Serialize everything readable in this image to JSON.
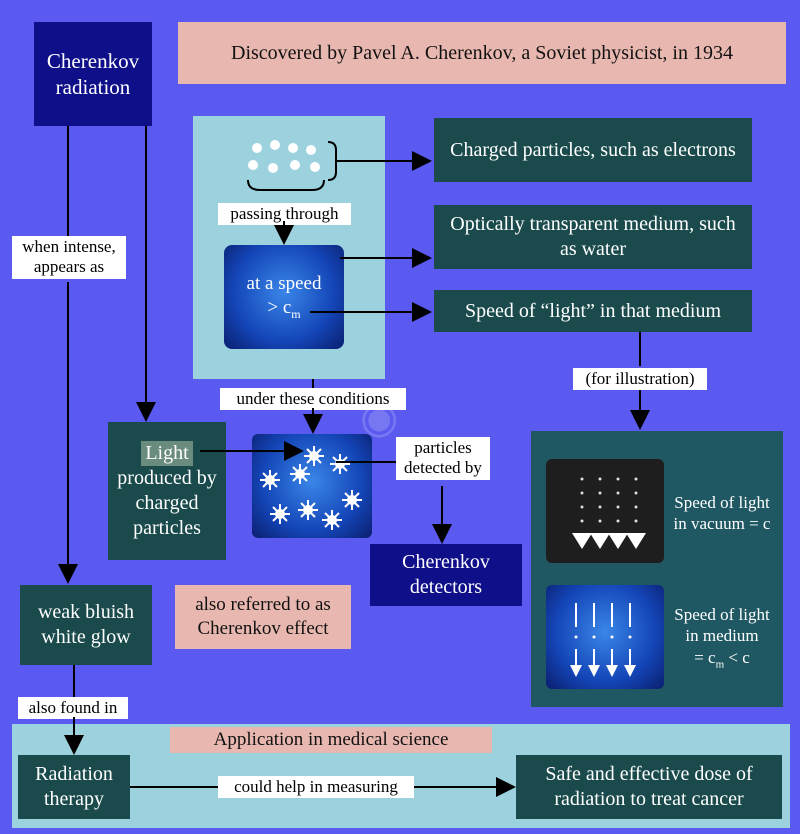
{
  "title_box": "Cherenkov radiation",
  "discovered": "Discovered by Pavel A. Cherenkov, a Soviet physicist, in 1934",
  "charged_particles": "Charged particles, such as electrons",
  "medium": "Optically transparent medium, such as water",
  "speed_light_medium": "Speed of “light” in that medium",
  "passing_through": "passing through",
  "at_speed_prefix": "at a speed",
  "at_speed_value": "> c",
  "at_speed_sub": "m",
  "under_conditions": "under these conditions",
  "when_intense": "when intense, appears as",
  "light_word": "Light",
  "light_produced_rest": "produced by charged particles",
  "particles_detected": "particles detected by",
  "cherenkov_detectors": "Cherenkov detectors",
  "for_illustration": "(for illustration)",
  "speed_vacuum": "Speed of light in vacuum = c",
  "speed_medium_text": "Speed of light in medium",
  "speed_medium_eq": "= c",
  "speed_medium_sub": "m",
  "speed_medium_tail": " < c",
  "weak_glow": "weak bluish white glow",
  "referred_as": "also referred to as Cherenkov effect",
  "also_found": "also found in",
  "application": "Application in medical science",
  "radiation_therapy": "Radiation therapy",
  "could_help": "could help in measuring",
  "safe_dose": "Safe and effective dose of radiation to treat cancer",
  "colors": {
    "background": "#5a5af0",
    "navy": "#0f0f8a",
    "teal": "#1a4a4c",
    "pink": "#e8b8b0",
    "light_blue": "#9cd2de"
  }
}
